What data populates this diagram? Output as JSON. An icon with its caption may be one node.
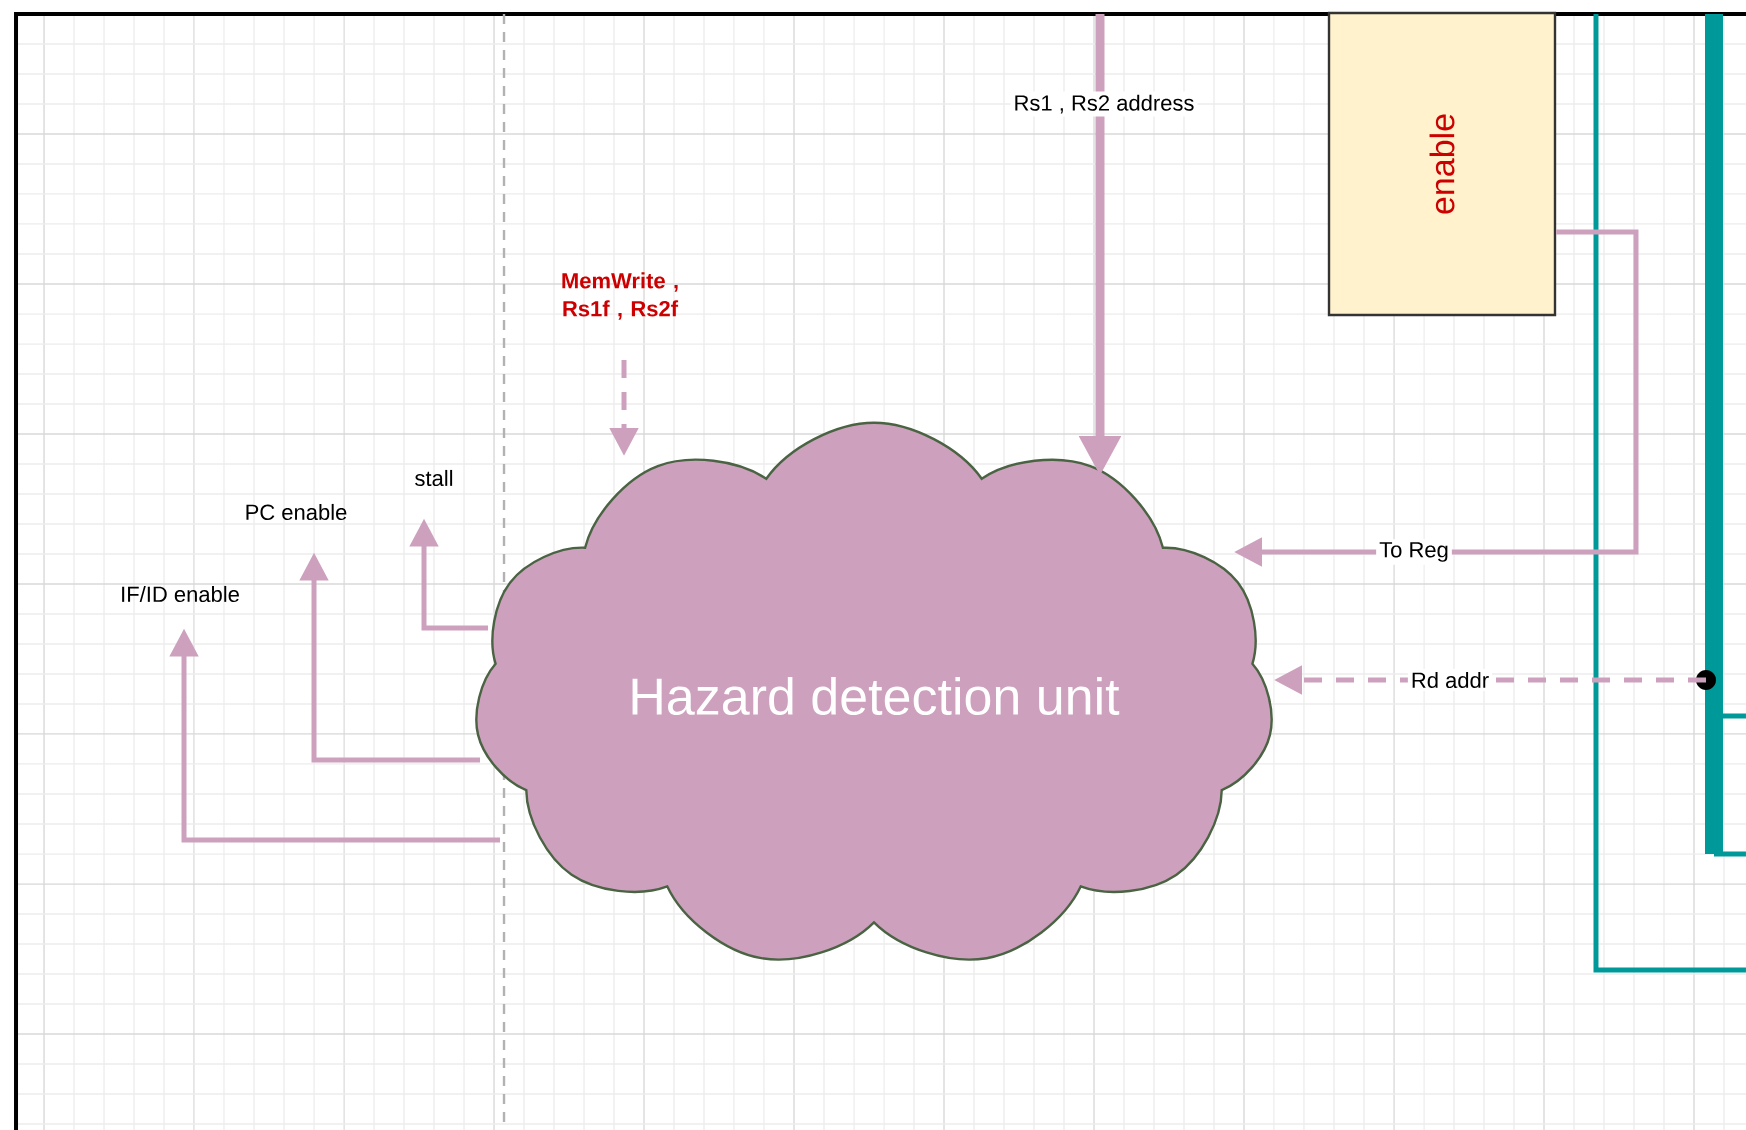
{
  "diagram": {
    "nodes": [
      {
        "text": [
          "Hazard detection unit"
        ]
      },
      {
        "text": [
          "enable"
        ]
      },
      {
        "text": [
          "PC enable"
        ]
      },
      {
        "text": [
          "stall"
        ]
      },
      {
        "text": [
          "IF/ID enable"
        ]
      },
      {
        "text": [
          "MemWrite , Rs1f , Rs2f"
        ]
      }
    ],
    "edges": [
      {
        "from": null,
        "to": 0,
        "arrow": "to",
        "label": "Rs1 , Rs2 address",
        "style": "thick"
      },
      {
        "from": 1,
        "to": 0,
        "arrow": "to",
        "label": "To Reg"
      },
      {
        "from": null,
        "to": 0,
        "arrow": "to",
        "label": "Rd addr",
        "style": "dashed"
      },
      {
        "from": 5,
        "to": 0,
        "arrow": "to",
        "style": "dashed"
      },
      {
        "from": 0,
        "to": 3,
        "arrow": "to"
      },
      {
        "from": 0,
        "to": 2,
        "arrow": "to"
      },
      {
        "from": 0,
        "to": 4,
        "arrow": "to"
      }
    ]
  }
}
